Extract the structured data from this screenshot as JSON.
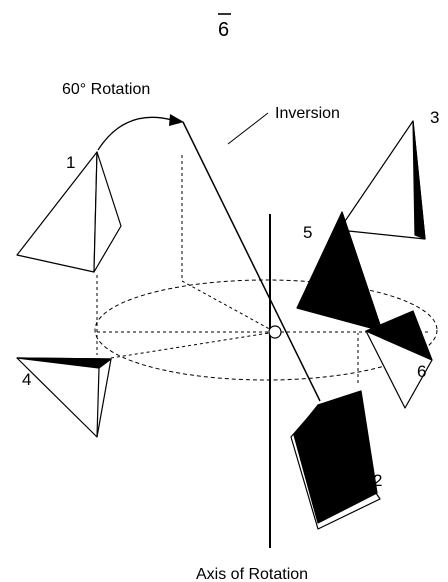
{
  "diagram": {
    "symbol": "6",
    "rotation_label": "60° Rotation",
    "inversion_label": "Inversion",
    "axis_caption": "Axis of Rotation",
    "tetrahedra": [
      {
        "label": "1"
      },
      {
        "label": "2"
      },
      {
        "label": "3"
      },
      {
        "label": "4"
      },
      {
        "label": "5"
      },
      {
        "label": "6"
      }
    ]
  }
}
